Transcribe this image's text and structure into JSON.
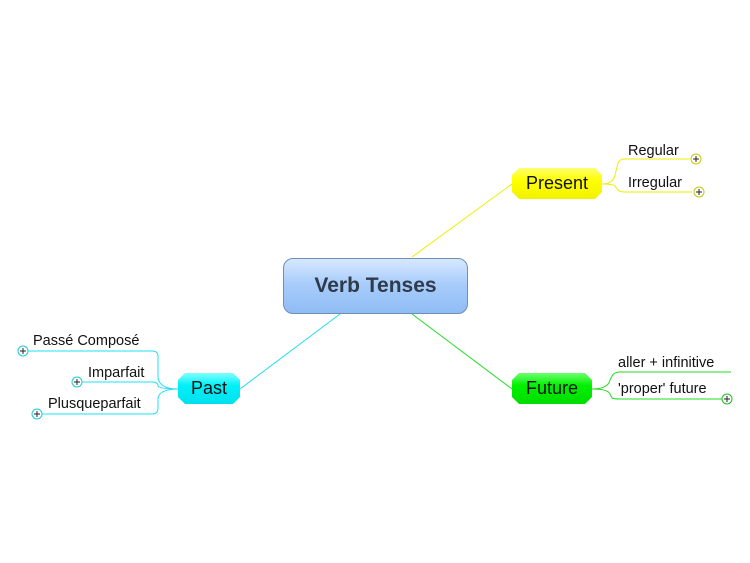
{
  "central": {
    "label": "Verb Tenses",
    "color": "#a9cdfb"
  },
  "branches": {
    "present": {
      "label": "Present",
      "color": "#ffff00",
      "line_color": "#e8e800",
      "children": [
        {
          "label": "Regular",
          "collapsed": true
        },
        {
          "label": "Irregular",
          "collapsed": true
        }
      ]
    },
    "future": {
      "label": "Future",
      "color": "#00ee00",
      "line_color": "#22dd22",
      "children": [
        {
          "label": "aller + infinitive",
          "collapsed": false
        },
        {
          "label": "'proper' future",
          "collapsed": true
        }
      ]
    },
    "past": {
      "label": "Past",
      "color": "#00f0f8",
      "line_color": "#20e0f0",
      "children": [
        {
          "label": "Passé Composé",
          "collapsed": true
        },
        {
          "label": "Imparfait",
          "collapsed": true
        },
        {
          "label": "Plusqueparfait",
          "collapsed": true
        }
      ]
    }
  },
  "icons": {
    "expand": "plus-circle-icon"
  }
}
